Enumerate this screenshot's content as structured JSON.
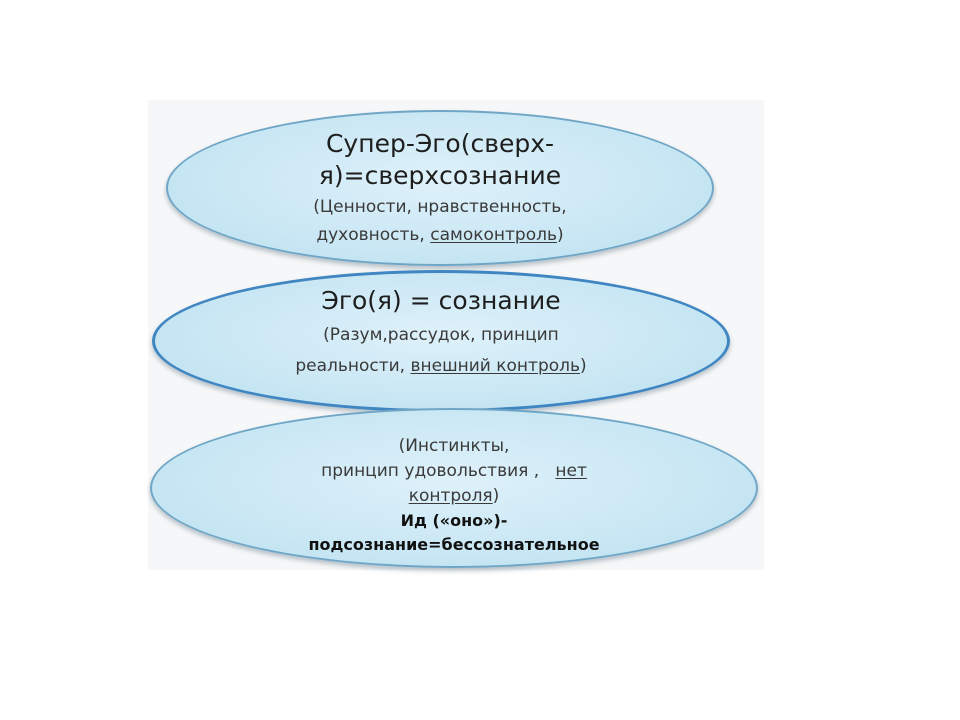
{
  "levels": [
    {
      "title_line1": "Супер-Эго(сверх-",
      "title_line2": "я)=сверхсознание",
      "detail_line1": "(Ценности, нравственность,",
      "detail_line2_prefix": "духовность, ",
      "detail_line2_link": "самоконтроль",
      "detail_line2_suffix": ")"
    },
    {
      "title": "Эго(я) = сознание",
      "detail_line1": "(Разум,рассудок, принцип",
      "detail_line2_prefix": "реальности, ",
      "detail_line2_link": "внешний контроль",
      "detail_line2_suffix": ")"
    },
    {
      "detail_line1": "(Инстинкты,",
      "detail_line2_prefix": "принцип удовольствия ,   ",
      "detail_line2_link": "нет",
      "detail_line3_link": "контроля",
      "detail_line3_suffix": ")",
      "name_line1": "Ид («оно»)-",
      "name_line2": "подсознание=бессознательное"
    }
  ]
}
